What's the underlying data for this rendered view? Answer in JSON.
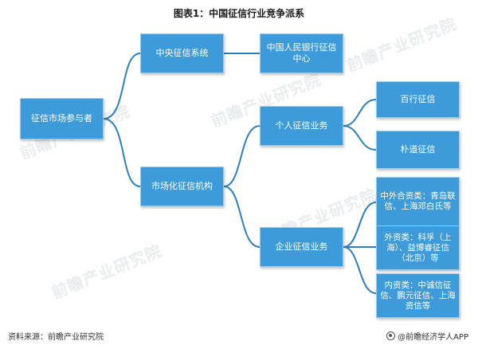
{
  "title": "图表1：中国征信行业竞争派系",
  "nodes": {
    "root": "征信市场参与者",
    "central": "中央征信系统",
    "pboc": "中国人民银行征信中心",
    "market": "市场化征信机构",
    "personal": "个人征信业务",
    "baihang": "百行征信",
    "pudao": "朴道征信",
    "enterprise": "企业征信业务",
    "jv": "中外合资类：青岛联信、上海邓白氏等",
    "foreign": "外资类：科孚（上海）、益博睿征信（北京）等",
    "domestic": "内资类：中诚信征信、鹏元征信、上海资信等"
  },
  "footer": {
    "source": "资料来源：前瞻产业研究院",
    "brand": "@前瞻经济学人APP"
  },
  "watermark": "前瞻产业研究院",
  "colors": {
    "node": "#3d9bd9",
    "connector": "#2f7fb8"
  }
}
